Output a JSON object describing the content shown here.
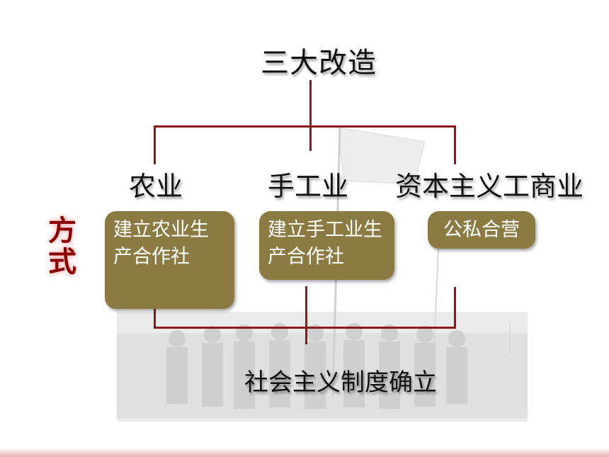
{
  "diagram": {
    "title": "三大改造",
    "branches": [
      {
        "name": "农业",
        "method": "建立农业生产合作社"
      },
      {
        "name": "手工业",
        "method": "建立手工业生产合作社"
      },
      {
        "name": "资本主义工商业",
        "method": "公私合营"
      }
    ],
    "side_label": "方式",
    "result": "社会主义制度确立"
  },
  "colors": {
    "line": "#8b1a1a",
    "box_fill": "#8c7a43",
    "side_label": "#8b0000"
  }
}
